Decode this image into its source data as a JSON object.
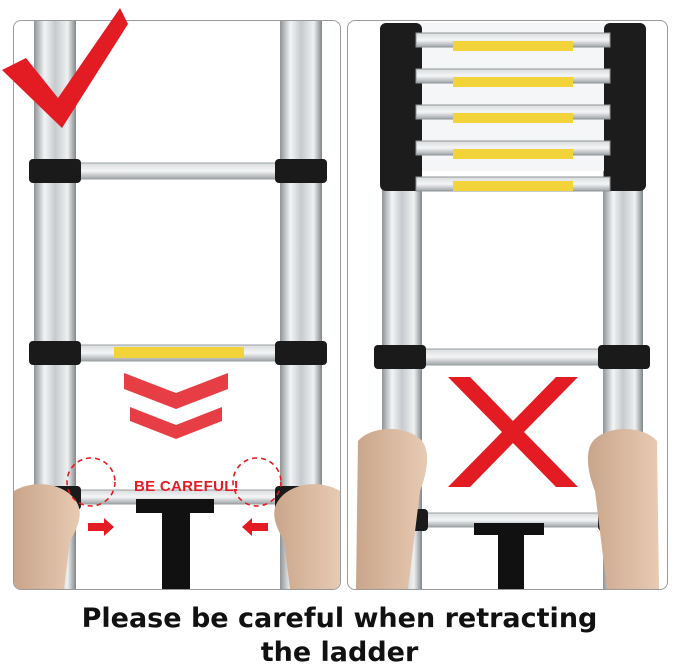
{
  "left_panel": {
    "label": "BE CAREFUL!",
    "accent_color": "#e31b23"
  },
  "right_panel": {
    "accent_color": "#e31b23"
  },
  "caption": {
    "line1": "Please be careful when retracting",
    "line2": "the ladder"
  }
}
